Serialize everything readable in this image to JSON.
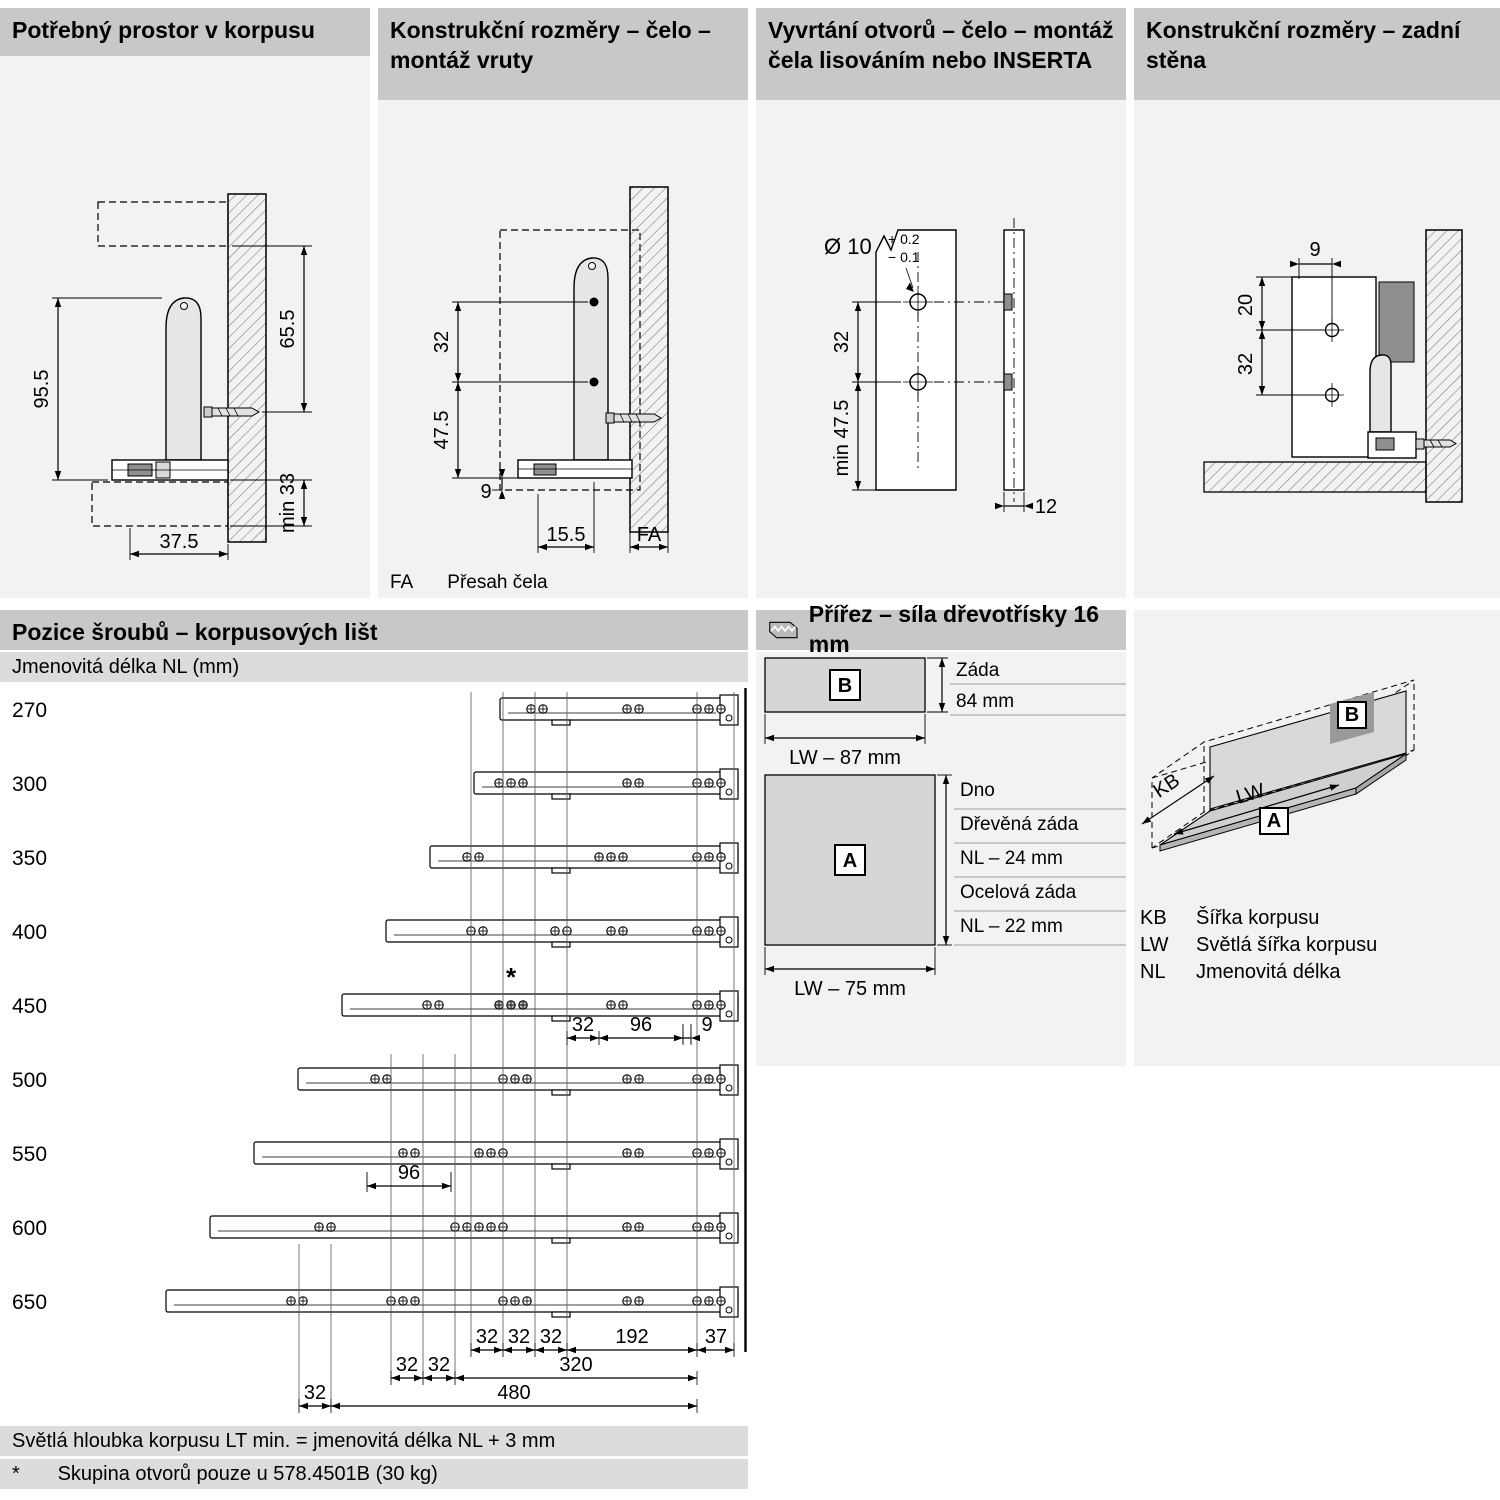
{
  "p1": {
    "title": "Potřebný prostor v korpusu",
    "d_height": "95.5",
    "d_top": "65.5",
    "d_front": "37.5",
    "d_min": "min 33"
  },
  "p2": {
    "title": "Konstrukční rozměry – čelo – montáž vruty",
    "d32": "32",
    "d475": "47.5",
    "d9": "9",
    "d155": "15.5",
    "dfa": "FA",
    "fn_key": "FA",
    "fn_text": "Přesah čela"
  },
  "p3": {
    "title": "Vyvrtání otvorů – čelo – montáž čela lisováním nebo INSERTA",
    "dia": "Ø 10",
    "tol_p": "+ 0.2",
    "tol_m": "− 0.1",
    "d32": "32",
    "dmin": "min 47.5",
    "d12": "12"
  },
  "p4": {
    "title": "Konstrukční rozměry – zadní stěna",
    "d9": "9",
    "d20": "20",
    "d32": "32"
  },
  "screws": {
    "title": "Pozice šroubů – korpusových lišt",
    "subtitle": "Jmenovitá délka NL (mm)",
    "star": "*",
    "lengths": [
      "270",
      "300",
      "350",
      "400",
      "450",
      "500",
      "550",
      "600",
      "650"
    ],
    "mid450": [
      "32",
      "96",
      "9"
    ],
    "mid550": "96",
    "chain1": [
      "32",
      "32",
      "32",
      "192",
      "37"
    ],
    "chain2": [
      "32",
      "32",
      "320"
    ],
    "chain3": [
      "32",
      "480"
    ]
  },
  "cut": {
    "title": "Přířez – síla dřevotřísky 16 mm",
    "b_label": "B",
    "b_name": "Záda",
    "b_height": "84 mm",
    "b_width": "LW – 87 mm",
    "a_label": "A",
    "a_rows": [
      "Dno",
      "Dřevěná záda",
      "NL – 24 mm",
      "Ocelová záda",
      "NL – 22 mm"
    ],
    "a_width": "LW – 75 mm",
    "iso_a": "A",
    "iso_b": "B",
    "iso_lw": "LW",
    "iso_kb": "KB",
    "legend": [
      {
        "k": "KB",
        "t": "Šířka korpusu"
      },
      {
        "k": "LW",
        "t": "Světlá šířka korpusu"
      },
      {
        "k": "NL",
        "t": "Jmenovitá délka"
      }
    ]
  },
  "footer": {
    "line1": "Světlá hloubka korpusu LT min. = jmenovitá délka NL + 3 mm",
    "line2_key": "*",
    "line2_text": "Skupina otvorů pouze u 578.4501B (30 kg)"
  }
}
